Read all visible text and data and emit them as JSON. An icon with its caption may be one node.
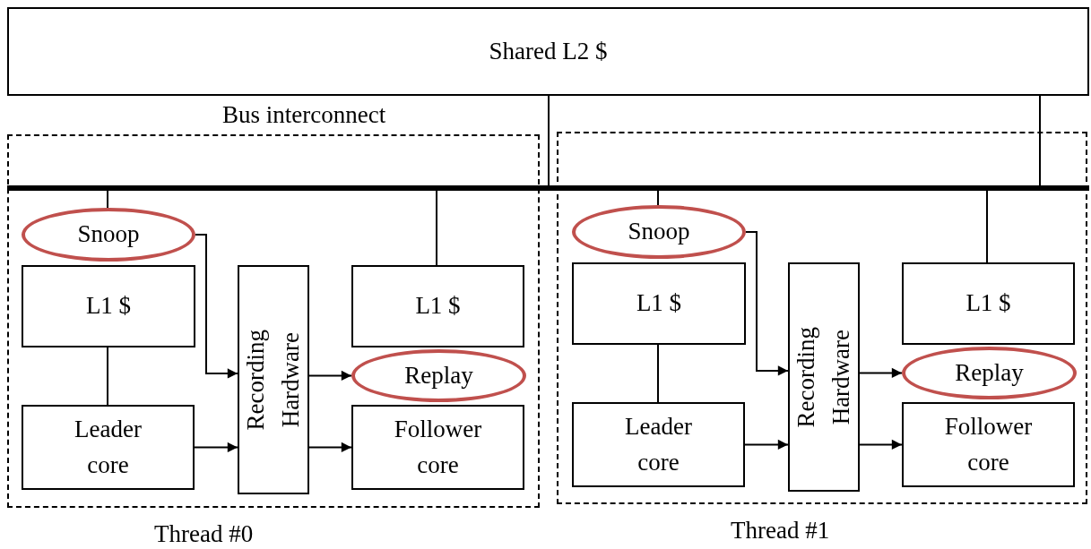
{
  "diagram": {
    "nodes": [
      {
        "text": [
          "Shared L2 $"
        ]
      },
      {
        "text": [
          "Bus interconnect"
        ]
      },
      {
        "text": [
          "Thread #0"
        ]
      },
      {
        "text": [
          "Snoop"
        ],
        "in": 2
      },
      {
        "text": [
          "L1 $"
        ],
        "in": 2
      },
      {
        "text": [
          "Leader core"
        ],
        "in": 2
      },
      {
        "text": [
          "Recording Hardware"
        ],
        "in": 2
      },
      {
        "text": [
          "L1 $"
        ],
        "in": 2
      },
      {
        "text": [
          "Replay"
        ],
        "in": 2
      },
      {
        "text": [
          "Follower core"
        ],
        "in": 2
      },
      {
        "text": [
          "Thread #1"
        ]
      },
      {
        "text": [
          "Snoop"
        ],
        "in": 10
      },
      {
        "text": [
          "L1 $"
        ],
        "in": 10
      },
      {
        "text": [
          "Leader core"
        ],
        "in": 10
      },
      {
        "text": [
          "Recording Hardware"
        ],
        "in": 10
      },
      {
        "text": [
          "L1 $"
        ],
        "in": 10
      },
      {
        "text": [
          "Replay"
        ],
        "in": 10
      },
      {
        "text": [
          "Follower core"
        ],
        "in": 10
      }
    ],
    "edges": [
      {
        "from": 0,
        "to": 1,
        "arrow": "none"
      },
      {
        "from": 0,
        "to": 1,
        "arrow": "none"
      },
      {
        "from": 1,
        "to": 3,
        "arrow": "none"
      },
      {
        "from": 1,
        "to": 7,
        "arrow": "none"
      },
      {
        "from": 4,
        "to": 5,
        "arrow": "none"
      },
      {
        "from": 3,
        "to": 6,
        "arrow": "to"
      },
      {
        "from": 5,
        "to": 6,
        "arrow": "to"
      },
      {
        "from": 6,
        "to": 8,
        "arrow": "to"
      },
      {
        "from": 6,
        "to": 9,
        "arrow": "to"
      },
      {
        "from": 1,
        "to": 11,
        "arrow": "none"
      },
      {
        "from": 1,
        "to": 15,
        "arrow": "none"
      },
      {
        "from": 12,
        "to": 13,
        "arrow": "none"
      },
      {
        "from": 11,
        "to": 14,
        "arrow": "to"
      },
      {
        "from": 13,
        "to": 14,
        "arrow": "to"
      },
      {
        "from": 14,
        "to": 16,
        "arrow": "to"
      },
      {
        "from": 14,
        "to": 17,
        "arrow": "to"
      }
    ]
  }
}
